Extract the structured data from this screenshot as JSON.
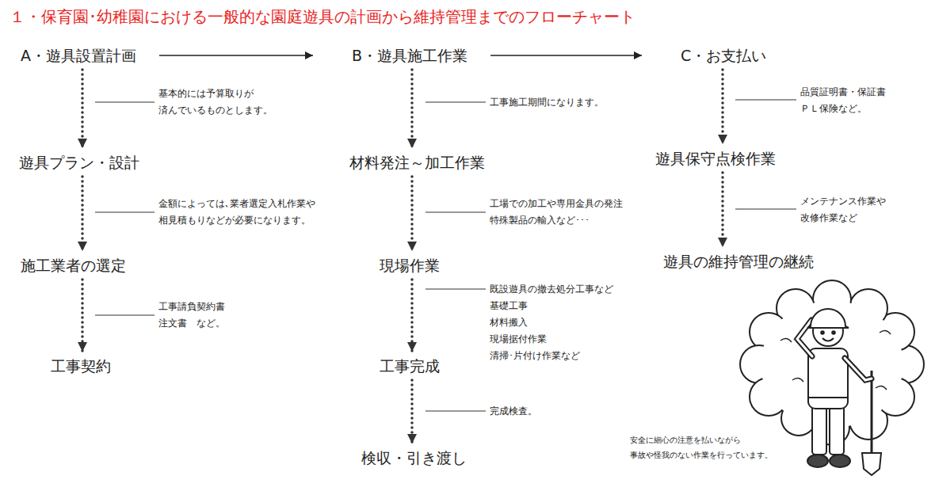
{
  "diagram": {
    "title": "１・保育園･幼稚園における一般的な園庭遊具の計画から維持管理までのフローチャート",
    "nodes": [
      {
        "text": [
          "A・遊具設置計画"
        ]
      },
      {
        "text": [
          "遊具プラン・設計"
        ]
      },
      {
        "text": [
          "施工業者の選定"
        ]
      },
      {
        "text": [
          "工事契約"
        ]
      },
      {
        "text": [
          "B・遊具施工作業"
        ]
      },
      {
        "text": [
          "材料発注～加工作業"
        ]
      },
      {
        "text": [
          "現場作業"
        ]
      },
      {
        "text": [
          "工事完成"
        ]
      },
      {
        "text": [
          "検収・引き渡し"
        ]
      },
      {
        "text": [
          "C・お支払い"
        ]
      },
      {
        "text": [
          "遊具保守点検作業"
        ]
      },
      {
        "text": [
          "遊具の維持管理の継続"
        ]
      }
    ],
    "edges": [
      {
        "from": 0,
        "to": 4,
        "arrow": "to"
      },
      {
        "from": 4,
        "to": 9,
        "arrow": "to"
      },
      {
        "from": 0,
        "to": 1,
        "arrow": "to"
      },
      {
        "from": 1,
        "to": 2,
        "arrow": "to"
      },
      {
        "from": 2,
        "to": 3,
        "arrow": "to"
      },
      {
        "from": 4,
        "to": 5,
        "arrow": "to"
      },
      {
        "from": 5,
        "to": 6,
        "arrow": "to"
      },
      {
        "from": 6,
        "to": 7,
        "arrow": "to"
      },
      {
        "from": 7,
        "to": 8,
        "arrow": "to"
      },
      {
        "from": 9,
        "to": 10,
        "arrow": "to"
      },
      {
        "from": 10,
        "to": 11,
        "arrow": "to"
      }
    ],
    "labels": [
      "基本的には予算取りが 済んでいるものとします。",
      "金額によっては､業者選定入札作業や 相見積もりなどが必要になります。",
      "工事請負契約書 注文書　など。",
      "工事施工期間になります。",
      "工場での加工や専用金具の発注 特殊製品の輸入など･･･",
      "既設遊具の撤去処分工事など",
      "基礎工事",
      "材料搬入",
      "現場据付作業",
      "清掃･片付け作業など",
      "完成検査。",
      "品質証明書・保証書 ＰＬ保険など。",
      "メンテナンス作業や 改修作業など",
      "安全に細心の注意を払いながら 事故や怪我のない作業を行っています。"
    ]
  }
}
